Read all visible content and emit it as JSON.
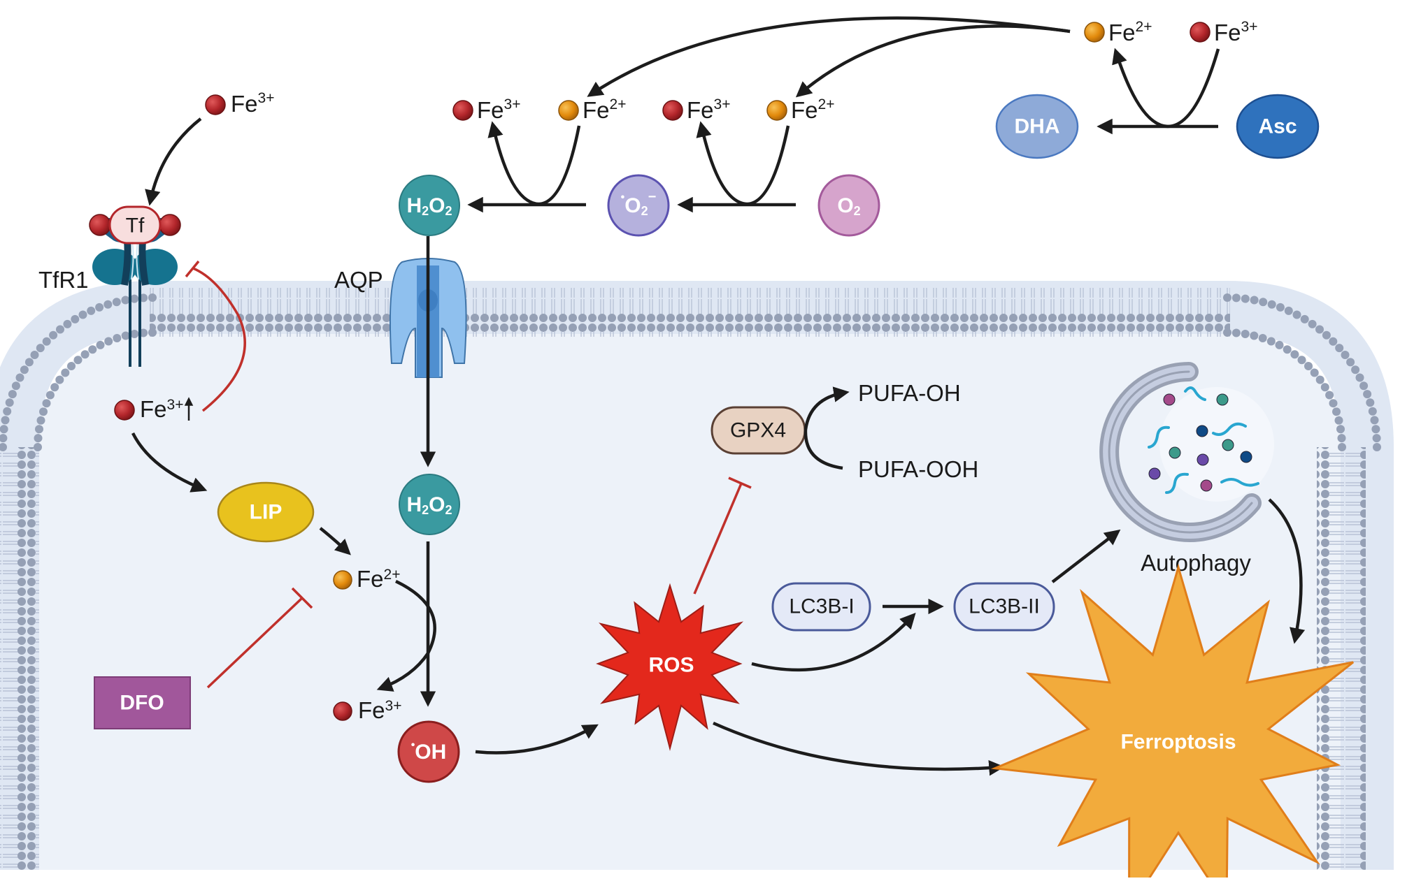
{
  "title": "Iron-mediated ROS generation and ferroptosis pathway",
  "colors": {
    "fe3": "#b3262b",
    "fe2": "#e28a0c",
    "h2o2": "#3a9aa0",
    "superoxide": "#b5b1dd",
    "o2": "#d6a4cc",
    "dha": "#8eaad8",
    "asc": "#2f72bd",
    "lip": "#e8c21e",
    "oh_radical": "#cf4848",
    "ros": "#e3281c",
    "ferroptosis": "#f2ab3c",
    "dfo": "#a1579b",
    "gpx4": "#e8d2c2",
    "lc3b": "#e4e9f7",
    "membrane_head": "#95a0b5",
    "cytoplasm": "#edf2f9",
    "tfr1": "#16698a",
    "aqp": "#6fa8e0",
    "inhibition": "#c0302b"
  },
  "labels": {
    "fe3_prefix": "Fe",
    "fe3_charge": "3+",
    "fe2_prefix": "Fe",
    "fe2_charge": "2+",
    "tf": "Tf",
    "tfr1": "TfR1",
    "aqp": "AQP",
    "h2o2_main": "H",
    "h2o2_sub": "2",
    "h2o2_o": "O",
    "h2o2_sub2": "2",
    "superoxide_dot": "•",
    "superoxide_o": "O",
    "superoxide_sub": "2",
    "superoxide_charge": "−",
    "o2_o": "O",
    "o2_sub": "2",
    "dha": "DHA",
    "asc": "Asc",
    "lip": "LIP",
    "dfo": "DFO",
    "oh_dot": "•",
    "oh": "OH",
    "ros": "ROS",
    "gpx4": "GPX4",
    "pufa_oh": "PUFA-OH",
    "pufa_ooh": "PUFA-OOH",
    "lc3b_i": "LC3B-I",
    "lc3b_ii": "LC3B-II",
    "autophagy": "Autophagy",
    "ferroptosis": "Ferroptosis",
    "increase_arrow": "↑"
  }
}
